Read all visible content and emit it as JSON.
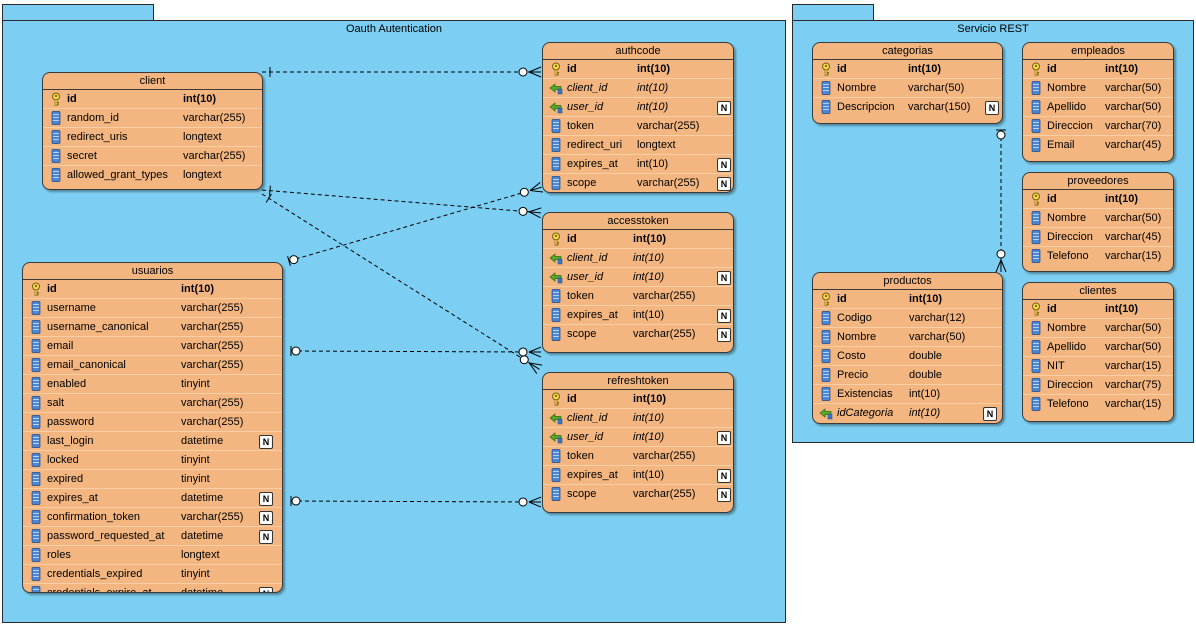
{
  "packages": [
    {
      "id": "oauth",
      "title": "Oauth Autentication"
    },
    {
      "id": "rest",
      "title": "Servicio REST"
    }
  ],
  "null_badge": "N",
  "icons": {
    "pk": "key-icon",
    "col": "column-icon",
    "fk": "foreign-key-icon"
  },
  "entities": [
    {
      "id": "client",
      "title": "client",
      "columns": [
        {
          "name": "id",
          "type": "int(10)",
          "kind": "pk",
          "nullable": false
        },
        {
          "name": "random_id",
          "type": "varchar(255)",
          "kind": "col",
          "nullable": false
        },
        {
          "name": "redirect_uris",
          "type": "longtext",
          "kind": "col",
          "nullable": false
        },
        {
          "name": "secret",
          "type": "varchar(255)",
          "kind": "col",
          "nullable": false
        },
        {
          "name": "allowed_grant_types",
          "type": "longtext",
          "kind": "col",
          "nullable": false
        }
      ]
    },
    {
      "id": "usuarios",
      "title": "usuarios",
      "columns": [
        {
          "name": "id",
          "type": "int(10)",
          "kind": "pk",
          "nullable": false
        },
        {
          "name": "username",
          "type": "varchar(255)",
          "kind": "col",
          "nullable": false
        },
        {
          "name": "username_canonical",
          "type": "varchar(255)",
          "kind": "col",
          "nullable": false
        },
        {
          "name": "email",
          "type": "varchar(255)",
          "kind": "col",
          "nullable": false
        },
        {
          "name": "email_canonical",
          "type": "varchar(255)",
          "kind": "col",
          "nullable": false
        },
        {
          "name": "enabled",
          "type": "tinyint",
          "kind": "col",
          "nullable": false
        },
        {
          "name": "salt",
          "type": "varchar(255)",
          "kind": "col",
          "nullable": false
        },
        {
          "name": "password",
          "type": "varchar(255)",
          "kind": "col",
          "nullable": false
        },
        {
          "name": "last_login",
          "type": "datetime",
          "kind": "col",
          "nullable": true
        },
        {
          "name": "locked",
          "type": "tinyint",
          "kind": "col",
          "nullable": false
        },
        {
          "name": "expired",
          "type": "tinyint",
          "kind": "col",
          "nullable": false
        },
        {
          "name": "expires_at",
          "type": "datetime",
          "kind": "col",
          "nullable": true
        },
        {
          "name": "confirmation_token",
          "type": "varchar(255)",
          "kind": "col",
          "nullable": true
        },
        {
          "name": "password_requested_at",
          "type": "datetime",
          "kind": "col",
          "nullable": true
        },
        {
          "name": "roles",
          "type": "longtext",
          "kind": "col",
          "nullable": false
        },
        {
          "name": "credentials_expired",
          "type": "tinyint",
          "kind": "col",
          "nullable": false
        },
        {
          "name": "credentials_expire_at",
          "type": "datetime",
          "kind": "col",
          "nullable": true
        }
      ]
    },
    {
      "id": "authcode",
      "title": "authcode",
      "columns": [
        {
          "name": "id",
          "type": "int(10)",
          "kind": "pk",
          "nullable": false
        },
        {
          "name": "client_id",
          "type": "int(10)",
          "kind": "fk",
          "nullable": false
        },
        {
          "name": "user_id",
          "type": "int(10)",
          "kind": "fk",
          "nullable": true
        },
        {
          "name": "token",
          "type": "varchar(255)",
          "kind": "col",
          "nullable": false
        },
        {
          "name": "redirect_uri",
          "type": "longtext",
          "kind": "col",
          "nullable": false
        },
        {
          "name": "expires_at",
          "type": "int(10)",
          "kind": "col",
          "nullable": true
        },
        {
          "name": "scope",
          "type": "varchar(255)",
          "kind": "col",
          "nullable": true
        }
      ]
    },
    {
      "id": "accesstoken",
      "title": "accesstoken",
      "columns": [
        {
          "name": "id",
          "type": "int(10)",
          "kind": "pk",
          "nullable": false
        },
        {
          "name": "client_id",
          "type": "int(10)",
          "kind": "fk",
          "nullable": false
        },
        {
          "name": "user_id",
          "type": "int(10)",
          "kind": "fk",
          "nullable": true
        },
        {
          "name": "token",
          "type": "varchar(255)",
          "kind": "col",
          "nullable": false
        },
        {
          "name": "expires_at",
          "type": "int(10)",
          "kind": "col",
          "nullable": true
        },
        {
          "name": "scope",
          "type": "varchar(255)",
          "kind": "col",
          "nullable": true
        }
      ]
    },
    {
      "id": "refreshtoken",
      "title": "refreshtoken",
      "columns": [
        {
          "name": "id",
          "type": "int(10)",
          "kind": "pk",
          "nullable": false
        },
        {
          "name": "client_id",
          "type": "int(10)",
          "kind": "fk",
          "nullable": false
        },
        {
          "name": "user_id",
          "type": "int(10)",
          "kind": "fk",
          "nullable": true
        },
        {
          "name": "token",
          "type": "varchar(255)",
          "kind": "col",
          "nullable": false
        },
        {
          "name": "expires_at",
          "type": "int(10)",
          "kind": "col",
          "nullable": true
        },
        {
          "name": "scope",
          "type": "varchar(255)",
          "kind": "col",
          "nullable": true
        }
      ]
    },
    {
      "id": "categorias",
      "title": "categorias",
      "columns": [
        {
          "name": "id",
          "type": "int(10)",
          "kind": "pk",
          "nullable": false
        },
        {
          "name": "Nombre",
          "type": "varchar(50)",
          "kind": "col",
          "nullable": false
        },
        {
          "name": "Descripcion",
          "type": "varchar(150)",
          "kind": "col",
          "nullable": true
        }
      ]
    },
    {
      "id": "productos",
      "title": "productos",
      "columns": [
        {
          "name": "id",
          "type": "int(10)",
          "kind": "pk",
          "nullable": false
        },
        {
          "name": "Codigo",
          "type": "varchar(12)",
          "kind": "col",
          "nullable": false
        },
        {
          "name": "Nombre",
          "type": "varchar(50)",
          "kind": "col",
          "nullable": false
        },
        {
          "name": "Costo",
          "type": "double",
          "kind": "col",
          "nullable": false
        },
        {
          "name": "Precio",
          "type": "double",
          "kind": "col",
          "nullable": false
        },
        {
          "name": "Existencias",
          "type": "int(10)",
          "kind": "col",
          "nullable": false
        },
        {
          "name": "idCategoria",
          "type": "int(10)",
          "kind": "fk",
          "nullable": true
        }
      ]
    },
    {
      "id": "empleados",
      "title": "empleados",
      "columns": [
        {
          "name": "id",
          "type": "int(10)",
          "kind": "pk",
          "nullable": false
        },
        {
          "name": "Nombre",
          "type": "varchar(50)",
          "kind": "col",
          "nullable": false
        },
        {
          "name": "Apellido",
          "type": "varchar(50)",
          "kind": "col",
          "nullable": false
        },
        {
          "name": "Direccion",
          "type": "varchar(70)",
          "kind": "col",
          "nullable": false
        },
        {
          "name": "Email",
          "type": "varchar(45)",
          "kind": "col",
          "nullable": false
        }
      ]
    },
    {
      "id": "proveedores",
      "title": "proveedores",
      "columns": [
        {
          "name": "id",
          "type": "int(10)",
          "kind": "pk",
          "nullable": false
        },
        {
          "name": "Nombre",
          "type": "varchar(50)",
          "kind": "col",
          "nullable": false
        },
        {
          "name": "Direccion",
          "type": "varchar(45)",
          "kind": "col",
          "nullable": false
        },
        {
          "name": "Telefono",
          "type": "varchar(15)",
          "kind": "col",
          "nullable": false
        }
      ]
    },
    {
      "id": "clientes",
      "title": "clientes",
      "columns": [
        {
          "name": "id",
          "type": "int(10)",
          "kind": "pk",
          "nullable": false
        },
        {
          "name": "Nombre",
          "type": "varchar(50)",
          "kind": "col",
          "nullable": false
        },
        {
          "name": "Apellido",
          "type": "varchar(50)",
          "kind": "col",
          "nullable": false
        },
        {
          "name": "NIT",
          "type": "varchar(15)",
          "kind": "col",
          "nullable": false
        },
        {
          "name": "Direccion",
          "type": "varchar(75)",
          "kind": "col",
          "nullable": false
        },
        {
          "name": "Telefono",
          "type": "varchar(15)",
          "kind": "col",
          "nullable": false
        }
      ]
    }
  ],
  "relationships": [
    {
      "from": "client",
      "to": "authcode"
    },
    {
      "from": "client",
      "to": "accesstoken"
    },
    {
      "from": "client",
      "to": "refreshtoken"
    },
    {
      "from": "usuarios",
      "to": "authcode"
    },
    {
      "from": "usuarios",
      "to": "accesstoken"
    },
    {
      "from": "usuarios",
      "to": "refreshtoken"
    },
    {
      "from": "categorias",
      "to": "productos"
    }
  ]
}
